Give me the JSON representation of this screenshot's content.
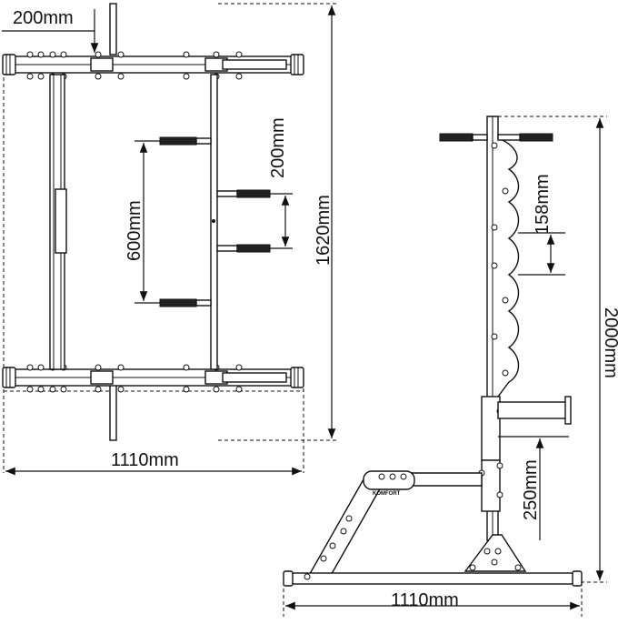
{
  "dimensions": {
    "top_offset": "200mm",
    "top_width": "1110mm",
    "top_depth": "1620mm",
    "peg_spacing_large": "600mm",
    "peg_spacing_small": "200mm",
    "side_height": "2000mm",
    "side_base": "1110mm",
    "side_hook_spacing": "158mm",
    "side_arm_height": "250mm"
  },
  "brand_logo": "KOMFORT"
}
